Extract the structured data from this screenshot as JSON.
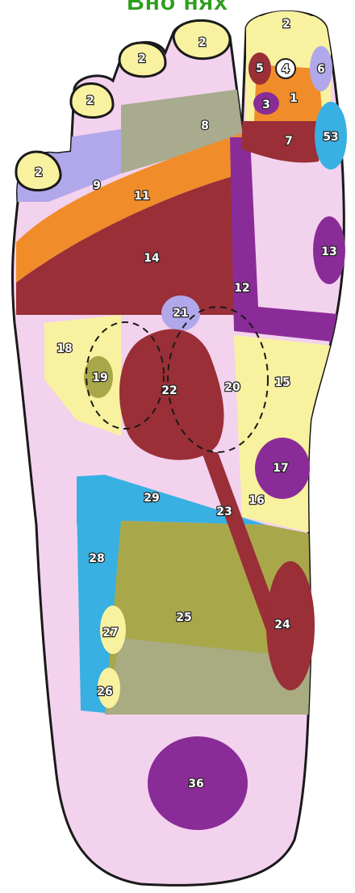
{
  "title": "Вно нях",
  "zones": {
    "z2a": "2",
    "z2b": "2",
    "z2c": "2",
    "z2d": "2",
    "z2e": "2",
    "z3": "3",
    "z4": "4",
    "z5": "5",
    "z6": "6",
    "z1": "1",
    "z7": "7",
    "z53": "53",
    "z8": "8",
    "z9": "9",
    "z11": "11",
    "z14": "14",
    "z13": "13",
    "z12": "12",
    "z21": "21",
    "z18": "18",
    "z19": "19",
    "z22": "22",
    "z20": "20",
    "z15": "15",
    "z17": "17",
    "z16": "16",
    "z29": "29",
    "z23": "23",
    "z28": "28",
    "z25": "25",
    "z24": "24",
    "z27": "27",
    "z26": "26",
    "z36": "36"
  },
  "colors": {
    "outline": "#1a1a1a",
    "skin": "#f3d2ee",
    "yellow": "#f8f2a0",
    "violet": "#b0a8ea",
    "purple": "#8a2c98",
    "maroon": "#9a2f38",
    "orange": "#f08c2a",
    "olive": "#a8a84a",
    "gray": "#a9ab8e",
    "cyan": "#38b0e2",
    "title_green": "#2e9e1e"
  }
}
